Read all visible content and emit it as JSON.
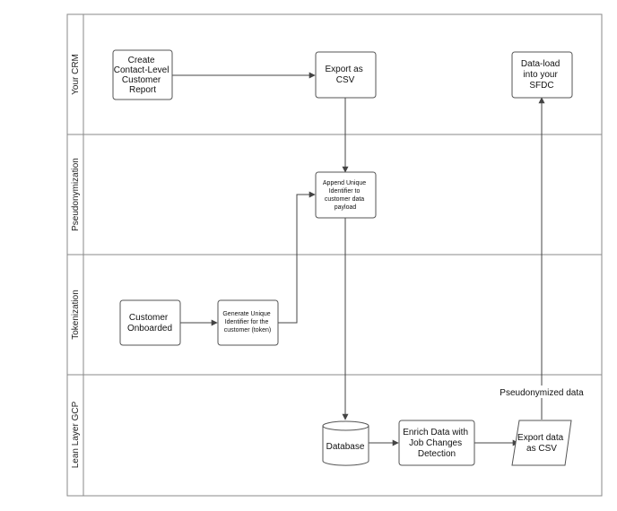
{
  "lanes": {
    "crm": "Your CRM",
    "pseudo": "Pseudonymization",
    "token": "Tokenization",
    "gcp": "Lean Layer GCP"
  },
  "nodes": {
    "create_report": [
      "Create",
      "Contact-Level",
      "Customer",
      "Report"
    ],
    "export_csv": [
      "Export as",
      "CSV"
    ],
    "dataload": [
      "Data-load",
      "into your",
      "SFDC"
    ],
    "append_id": [
      "Append Unique",
      "Identifier to",
      "customer data",
      "payload"
    ],
    "customer_onboarded": [
      "Customer",
      "Onboarded"
    ],
    "generate_id": [
      "Generate Unique",
      "Identifier  for the",
      "customer (token)"
    ],
    "database": [
      "Database"
    ],
    "enrich": [
      "Enrich Data with",
      "Job Changes",
      "Detection"
    ],
    "export_data_csv": [
      "Export data",
      "as CSV"
    ]
  },
  "edge_labels": {
    "pseudonymized": "Pseudonymized data"
  },
  "colors": {
    "stroke": "#555555",
    "lane_border": "#888888",
    "text": "#111111"
  }
}
